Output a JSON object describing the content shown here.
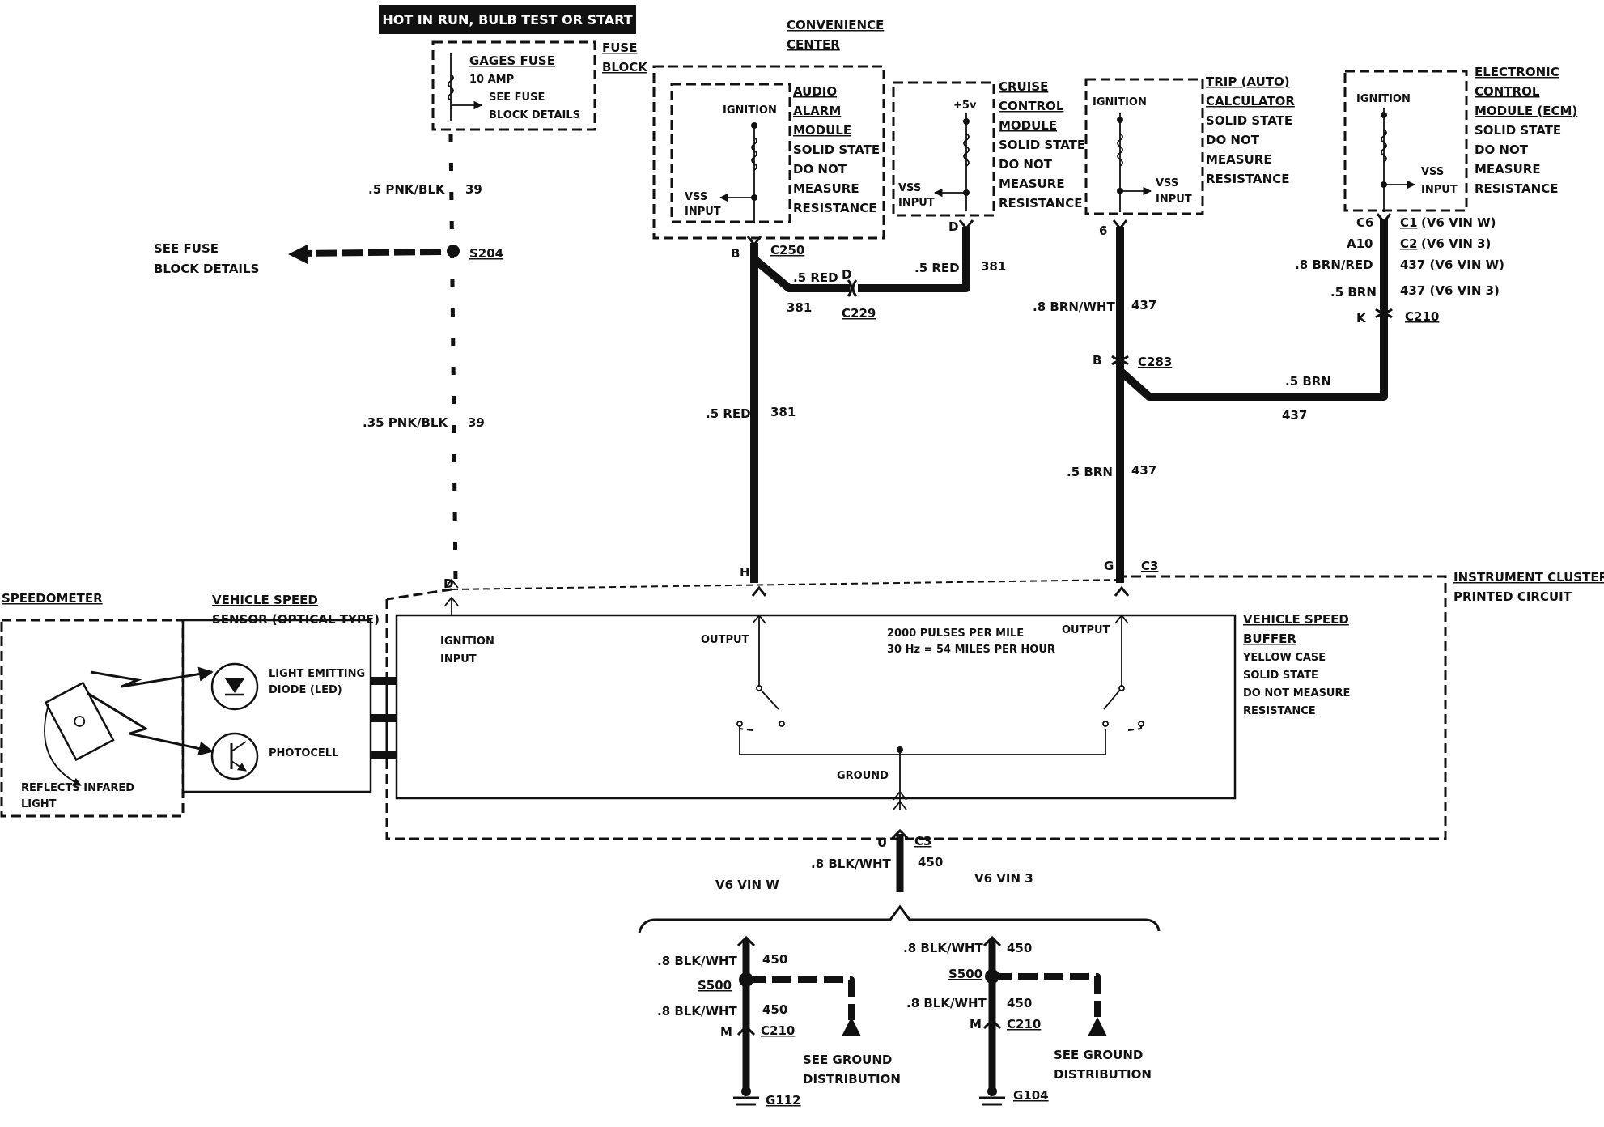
{
  "labels": {
    "hot_in_run": "HOT IN RUN, BULB TEST OR START",
    "gages_fuse": "GAGES FUSE",
    "ten_amp": "10 AMP",
    "see_fuse": "SEE FUSE",
    "block_details": "BLOCK DETAILS",
    "fuse": "FUSE",
    "block": "BLOCK",
    "w_pnk_blk_5": ".5 PNK/BLK",
    "c39a": "39",
    "see_fuse_left": "SEE FUSE",
    "block_details_left": "BLOCK DETAILS",
    "s204": "S204",
    "w_pnk_blk_35": ".35 PNK/BLK",
    "c39b": "39",
    "convenience": "CONVENIENCE",
    "center": "CENTER",
    "ignition_a": "IGNITION",
    "vss_a": "VSS",
    "input_a": "INPUT",
    "audio": "AUDIO",
    "alarm": "ALARM",
    "module_a": "MODULE",
    "solid_state_a": "SOLID STATE",
    "do_not_a": "DO NOT",
    "measure_a": "MEASURE",
    "resistance_a": "RESISTANCE",
    "plus5v": "+5v",
    "vss_c": "VSS",
    "input_c": "INPUT",
    "cruise": "CRUISE",
    "control": "CONTROL",
    "module_c": "MODULE",
    "solid_state_c": "SOLID STATE",
    "do_not_c": "DO NOT",
    "measure_c": "MEASURE",
    "resistance_c": "RESISTANCE",
    "pin_d_cruise": "D",
    "pin_b": "B",
    "c250": "C250",
    "w_5red_a": ".5 RED",
    "pin_d_c229": "D",
    "c381a": "381",
    "c229": "C229",
    "w_5red_b": ".5 RED",
    "c381b": "381",
    "w_5red_c": ".5 RED",
    "c381c": "381",
    "ignition_t": "IGNITION",
    "vss_t": "VSS",
    "input_t": "INPUT",
    "trip": "TRIP (AUTO)",
    "calculator": "CALCULATOR",
    "solid_state_t": "SOLID STATE",
    "do_not_t": "DO NOT",
    "measure_t": "MEASURE",
    "resistance_t": "RESISTANCE",
    "pin_6": "6",
    "w_8brnwht": ".8 BRN/WHT",
    "c437a": "437",
    "pin_b2": "B",
    "c283": "C283",
    "w_5brn_a": ".5 BRN",
    "c437b": "437",
    "w_5brn_b": ".5 BRN",
    "c437c": "437",
    "ignition_e": "IGNITION",
    "vss_e": "VSS",
    "input_e": "INPUT",
    "electronic": "ELECTRONIC",
    "control_e": "CONTROL",
    "module_ecm": "MODULE (ECM)",
    "solid_state_e": "SOLID STATE",
    "do_not_e": "DO NOT",
    "measure_e": "MEASURE",
    "resistance_e": "RESISTANCE",
    "pin_c6": "C6",
    "c1": "C1",
    "c1_note": " (V6 VIN W)",
    "pin_a10": "A10",
    "c2": "C2",
    "c2_note": " (V6 VIN 3)",
    "w_8brnred": ".8 BRN/RED",
    "c437_vinw": "437 (V6 VIN W)",
    "w_5brn_e": ".5 BRN",
    "c437_vin3": "437 (V6 VIN 3)",
    "pin_k": "K",
    "c210_top": "C210",
    "pin_d_ic": "D",
    "pin_h": "H",
    "pin_g": "G",
    "c3_top": "C3",
    "instrument_cluster": "INSTRUMENT CLUSTER",
    "printed_circuit": "PRINTED CIRCUIT",
    "speedometer": "SPEEDOMETER",
    "vehicle_speed": "VEHICLE SPEED",
    "sensor": "SENSOR (OPTICAL TYPE)",
    "led1": "LIGHT EMITTING",
    "led2": "DIODE (LED)",
    "photocell": "PHOTOCELL",
    "reflects1": "REFLECTS INFARED",
    "reflects2": "LIGHT",
    "ign_input1": "IGNITION",
    "ign_input2": "INPUT",
    "output_a": "OUTPUT",
    "pulses": "2000 PULSES PER MILE",
    "hz": "30 Hz = 54 MILES PER HOUR",
    "output_b": "OUTPUT",
    "ground": "GROUND",
    "vsb1": "VEHICLE SPEED",
    "vsb2": "BUFFER",
    "vsb3": "YELLOW CASE",
    "vsb4": "SOLID STATE",
    "vsb5": "DO NOT MEASURE",
    "vsb6": "RESISTANCE",
    "pin_u": "U",
    "c3_bot": "C3",
    "w_8blkwht": ".8 BLK/WHT",
    "c450": "450",
    "v6vinw": "V6 VIN W",
    "v6vin3": "V6 VIN 3",
    "l_8blkwht_a": ".8 BLK/WHT",
    "l_450_a": "450",
    "l_s500_a": "S500",
    "l_8blkwht_b": ".8 BLK/WHT",
    "l_450_b": "450",
    "l_m_a": "M",
    "l_c210_a": "C210",
    "l_see_ground_a": "SEE GROUND",
    "l_dist_a": "DISTRIBUTION",
    "l_g112": "G112",
    "r_8blkwht_a": ".8 BLK/WHT",
    "r_450_a": "450",
    "r_s500": "S500",
    "r_8blkwht_b": ".8 BLK/WHT",
    "r_450_b": "450",
    "r_m": "M",
    "r_c210": "C210",
    "r_see_ground": "SEE GROUND",
    "r_dist": "DISTRIBUTION",
    "r_g104": "G104"
  }
}
